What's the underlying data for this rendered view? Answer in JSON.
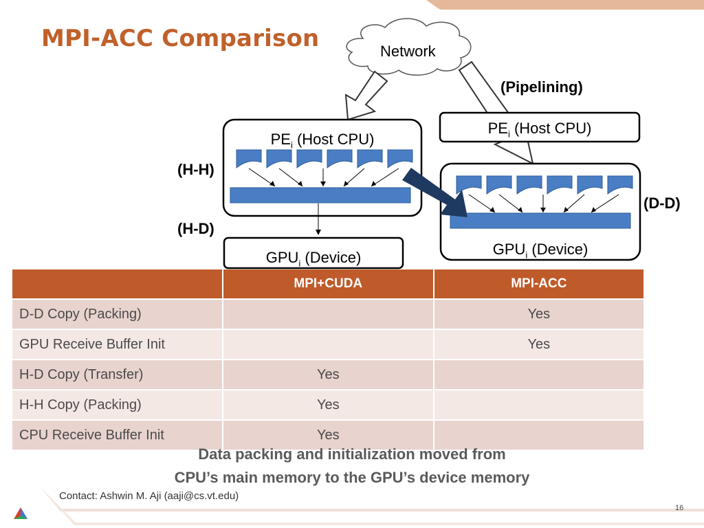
{
  "slide": {
    "title": "MPI-ACC Comparison",
    "page_number": "16",
    "contact": "Contact: Ashwin M. Aji (aaji@cs.vt.edu)"
  },
  "diagram": {
    "network_label": "Network",
    "pipelining_label": "(Pipelining)",
    "hh_label": "(H-H)",
    "hd_label": "(H-D)",
    "dd_label": "(D-D)",
    "left_host": {
      "prefix": "PE",
      "sub": "i",
      "suffix": " (Host CPU)"
    },
    "left_device": {
      "prefix": "GPU",
      "sub": "i",
      "suffix": " (Device)"
    },
    "right_host": {
      "prefix": "PE",
      "sub": "i",
      "suffix": " (Host CPU)"
    },
    "right_device": {
      "prefix": "GPU",
      "sub": "i",
      "suffix": " (Device)"
    }
  },
  "table": {
    "headers": [
      "",
      "MPI+CUDA",
      "MPI-ACC"
    ],
    "rows": [
      {
        "label": "D-D Copy (Packing)",
        "mpi_cuda": "",
        "mpi_acc": "Yes"
      },
      {
        "label": "GPU Receive Buffer Init",
        "mpi_cuda": "",
        "mpi_acc": "Yes"
      },
      {
        "label": "H-D Copy (Transfer)",
        "mpi_cuda": "Yes",
        "mpi_acc": ""
      },
      {
        "label": "H-H Copy (Packing)",
        "mpi_cuda": "Yes",
        "mpi_acc": ""
      },
      {
        "label": "CPU Receive Buffer Init",
        "mpi_cuda": "Yes",
        "mpi_acc": ""
      }
    ]
  },
  "caption": {
    "line1": "Data packing and initialization moved from",
    "line2": "CPU’s main memory to the GPU’s device memory"
  },
  "colors": {
    "accent": "#bf5a2a",
    "block_blue": "#4a7ec4",
    "arrow_navy": "#1f3a60"
  }
}
